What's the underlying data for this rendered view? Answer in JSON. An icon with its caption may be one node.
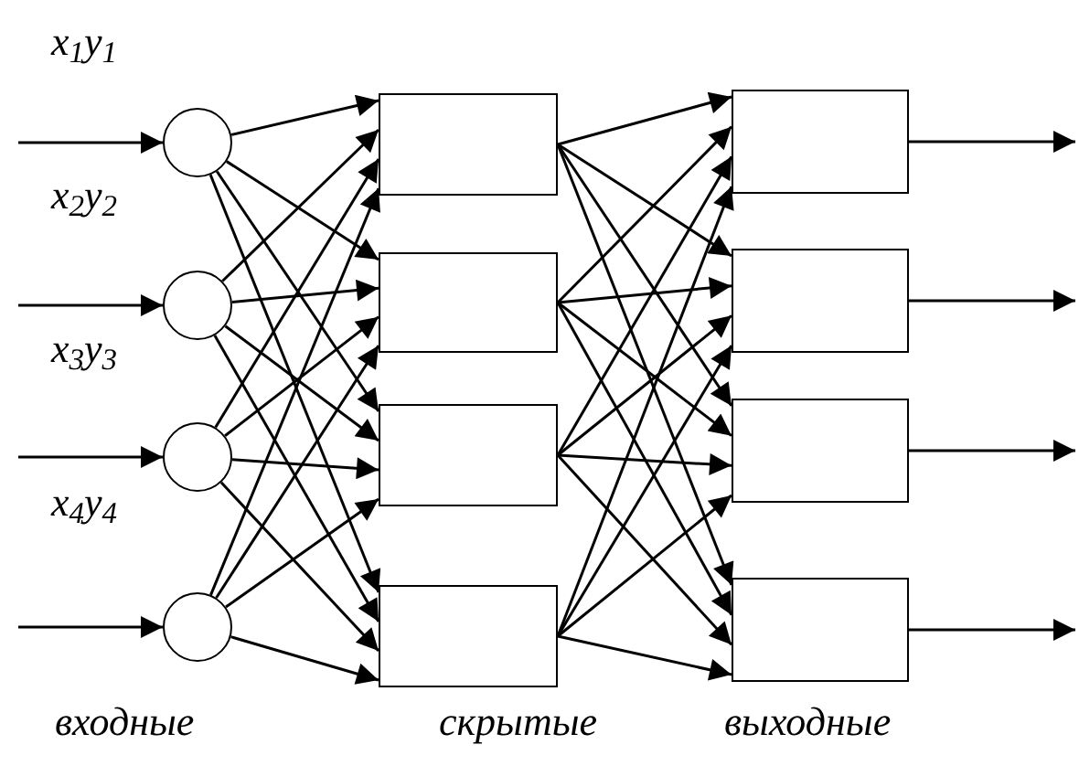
{
  "diagram": {
    "nodes": [
      {
        "text": [],
        "shape": "circle"
      },
      {
        "text": [],
        "shape": "circle"
      },
      {
        "text": [],
        "shape": "circle"
      },
      {
        "text": [],
        "shape": "circle"
      },
      {
        "text": [],
        "shape": "box"
      },
      {
        "text": [],
        "shape": "box"
      },
      {
        "text": [],
        "shape": "box"
      },
      {
        "text": [],
        "shape": "box"
      },
      {
        "text": [],
        "shape": "box"
      },
      {
        "text": [],
        "shape": "box"
      },
      {
        "text": [],
        "shape": "box"
      },
      {
        "text": [],
        "shape": "box"
      }
    ],
    "edges": [
      {
        "from": null,
        "to": 0,
        "arrow": "to"
      },
      {
        "from": null,
        "to": 1,
        "arrow": "to"
      },
      {
        "from": null,
        "to": 2,
        "arrow": "to"
      },
      {
        "from": null,
        "to": 3,
        "arrow": "to"
      },
      {
        "from": 0,
        "to": 4,
        "arrow": "to"
      },
      {
        "from": 0,
        "to": 5,
        "arrow": "to"
      },
      {
        "from": 0,
        "to": 6,
        "arrow": "to"
      },
      {
        "from": 0,
        "to": 7,
        "arrow": "to"
      },
      {
        "from": 1,
        "to": 4,
        "arrow": "to"
      },
      {
        "from": 1,
        "to": 5,
        "arrow": "to"
      },
      {
        "from": 1,
        "to": 6,
        "arrow": "to"
      },
      {
        "from": 1,
        "to": 7,
        "arrow": "to"
      },
      {
        "from": 2,
        "to": 4,
        "arrow": "to"
      },
      {
        "from": 2,
        "to": 5,
        "arrow": "to"
      },
      {
        "from": 2,
        "to": 6,
        "arrow": "to"
      },
      {
        "from": 2,
        "to": 7,
        "arrow": "to"
      },
      {
        "from": 3,
        "to": 4,
        "arrow": "to"
      },
      {
        "from": 3,
        "to": 5,
        "arrow": "to"
      },
      {
        "from": 3,
        "to": 6,
        "arrow": "to"
      },
      {
        "from": 3,
        "to": 7,
        "arrow": "to"
      },
      {
        "from": 4,
        "to": 8,
        "arrow": "to"
      },
      {
        "from": 4,
        "to": 9,
        "arrow": "to"
      },
      {
        "from": 4,
        "to": 10,
        "arrow": "to"
      },
      {
        "from": 4,
        "to": 11,
        "arrow": "to"
      },
      {
        "from": 5,
        "to": 8,
        "arrow": "to"
      },
      {
        "from": 5,
        "to": 9,
        "arrow": "to"
      },
      {
        "from": 5,
        "to": 10,
        "arrow": "to"
      },
      {
        "from": 5,
        "to": 11,
        "arrow": "to"
      },
      {
        "from": 6,
        "to": 8,
        "arrow": "to"
      },
      {
        "from": 6,
        "to": 9,
        "arrow": "to"
      },
      {
        "from": 6,
        "to": 10,
        "arrow": "to"
      },
      {
        "from": 6,
        "to": 11,
        "arrow": "to"
      },
      {
        "from": 7,
        "to": 8,
        "arrow": "to"
      },
      {
        "from": 7,
        "to": 9,
        "arrow": "to"
      },
      {
        "from": 7,
        "to": 10,
        "arrow": "to"
      },
      {
        "from": 7,
        "to": 11,
        "arrow": "to"
      },
      {
        "from": 8,
        "to": null,
        "arrow": "to"
      },
      {
        "from": 9,
        "to": null,
        "arrow": "to"
      },
      {
        "from": 10,
        "to": null,
        "arrow": "to"
      },
      {
        "from": 11,
        "to": null,
        "arrow": "to"
      }
    ],
    "labels": [
      "x$_{1}$y$_{1}$",
      "x$_{2}$y$_{2}$",
      "x$_{3}$y$_{3}$",
      "x$_{4}$y$_{4}$",
      "входные",
      "скрытые",
      "выходные"
    ]
  }
}
